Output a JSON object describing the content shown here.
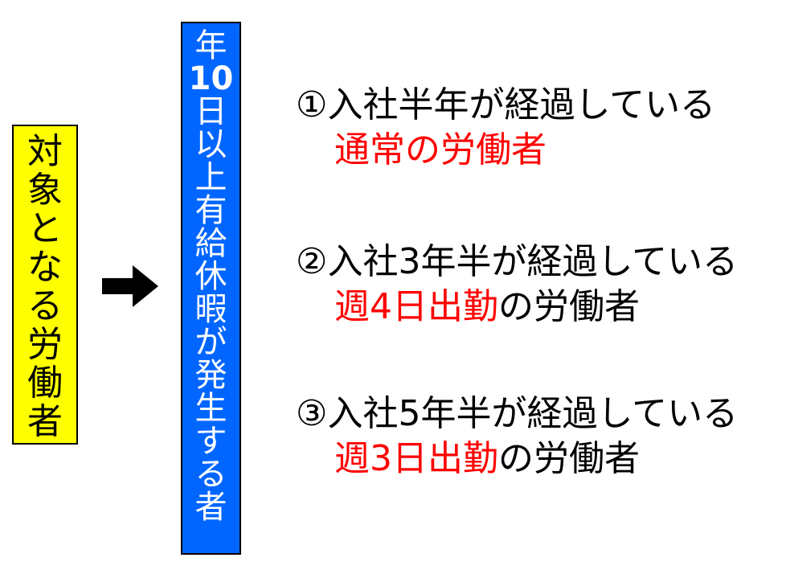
{
  "left_box": {
    "text": "対象となる労働者",
    "background": "#ffff00"
  },
  "middle_box": {
    "chars": [
      "年",
      "10",
      "日",
      "以",
      "上",
      "有",
      "給",
      "休",
      "暇",
      "が",
      "発",
      "生",
      "す",
      "る",
      "者"
    ],
    "background": "#0066ff"
  },
  "arrow": {
    "icon": "right-arrow-icon"
  },
  "items": [
    {
      "line1": "①入社半年が経過している",
      "line2_red": "通常の労働者",
      "line2_rest": ""
    },
    {
      "line1": "②入社3年半が経過している",
      "line2_red": "週4日出勤",
      "line2_rest": "の労働者"
    },
    {
      "line1": "③入社5年半が経過している",
      "line2_red": "週3日出勤",
      "line2_rest": "の労働者"
    }
  ],
  "colors": {
    "highlight": "#ff0000"
  }
}
